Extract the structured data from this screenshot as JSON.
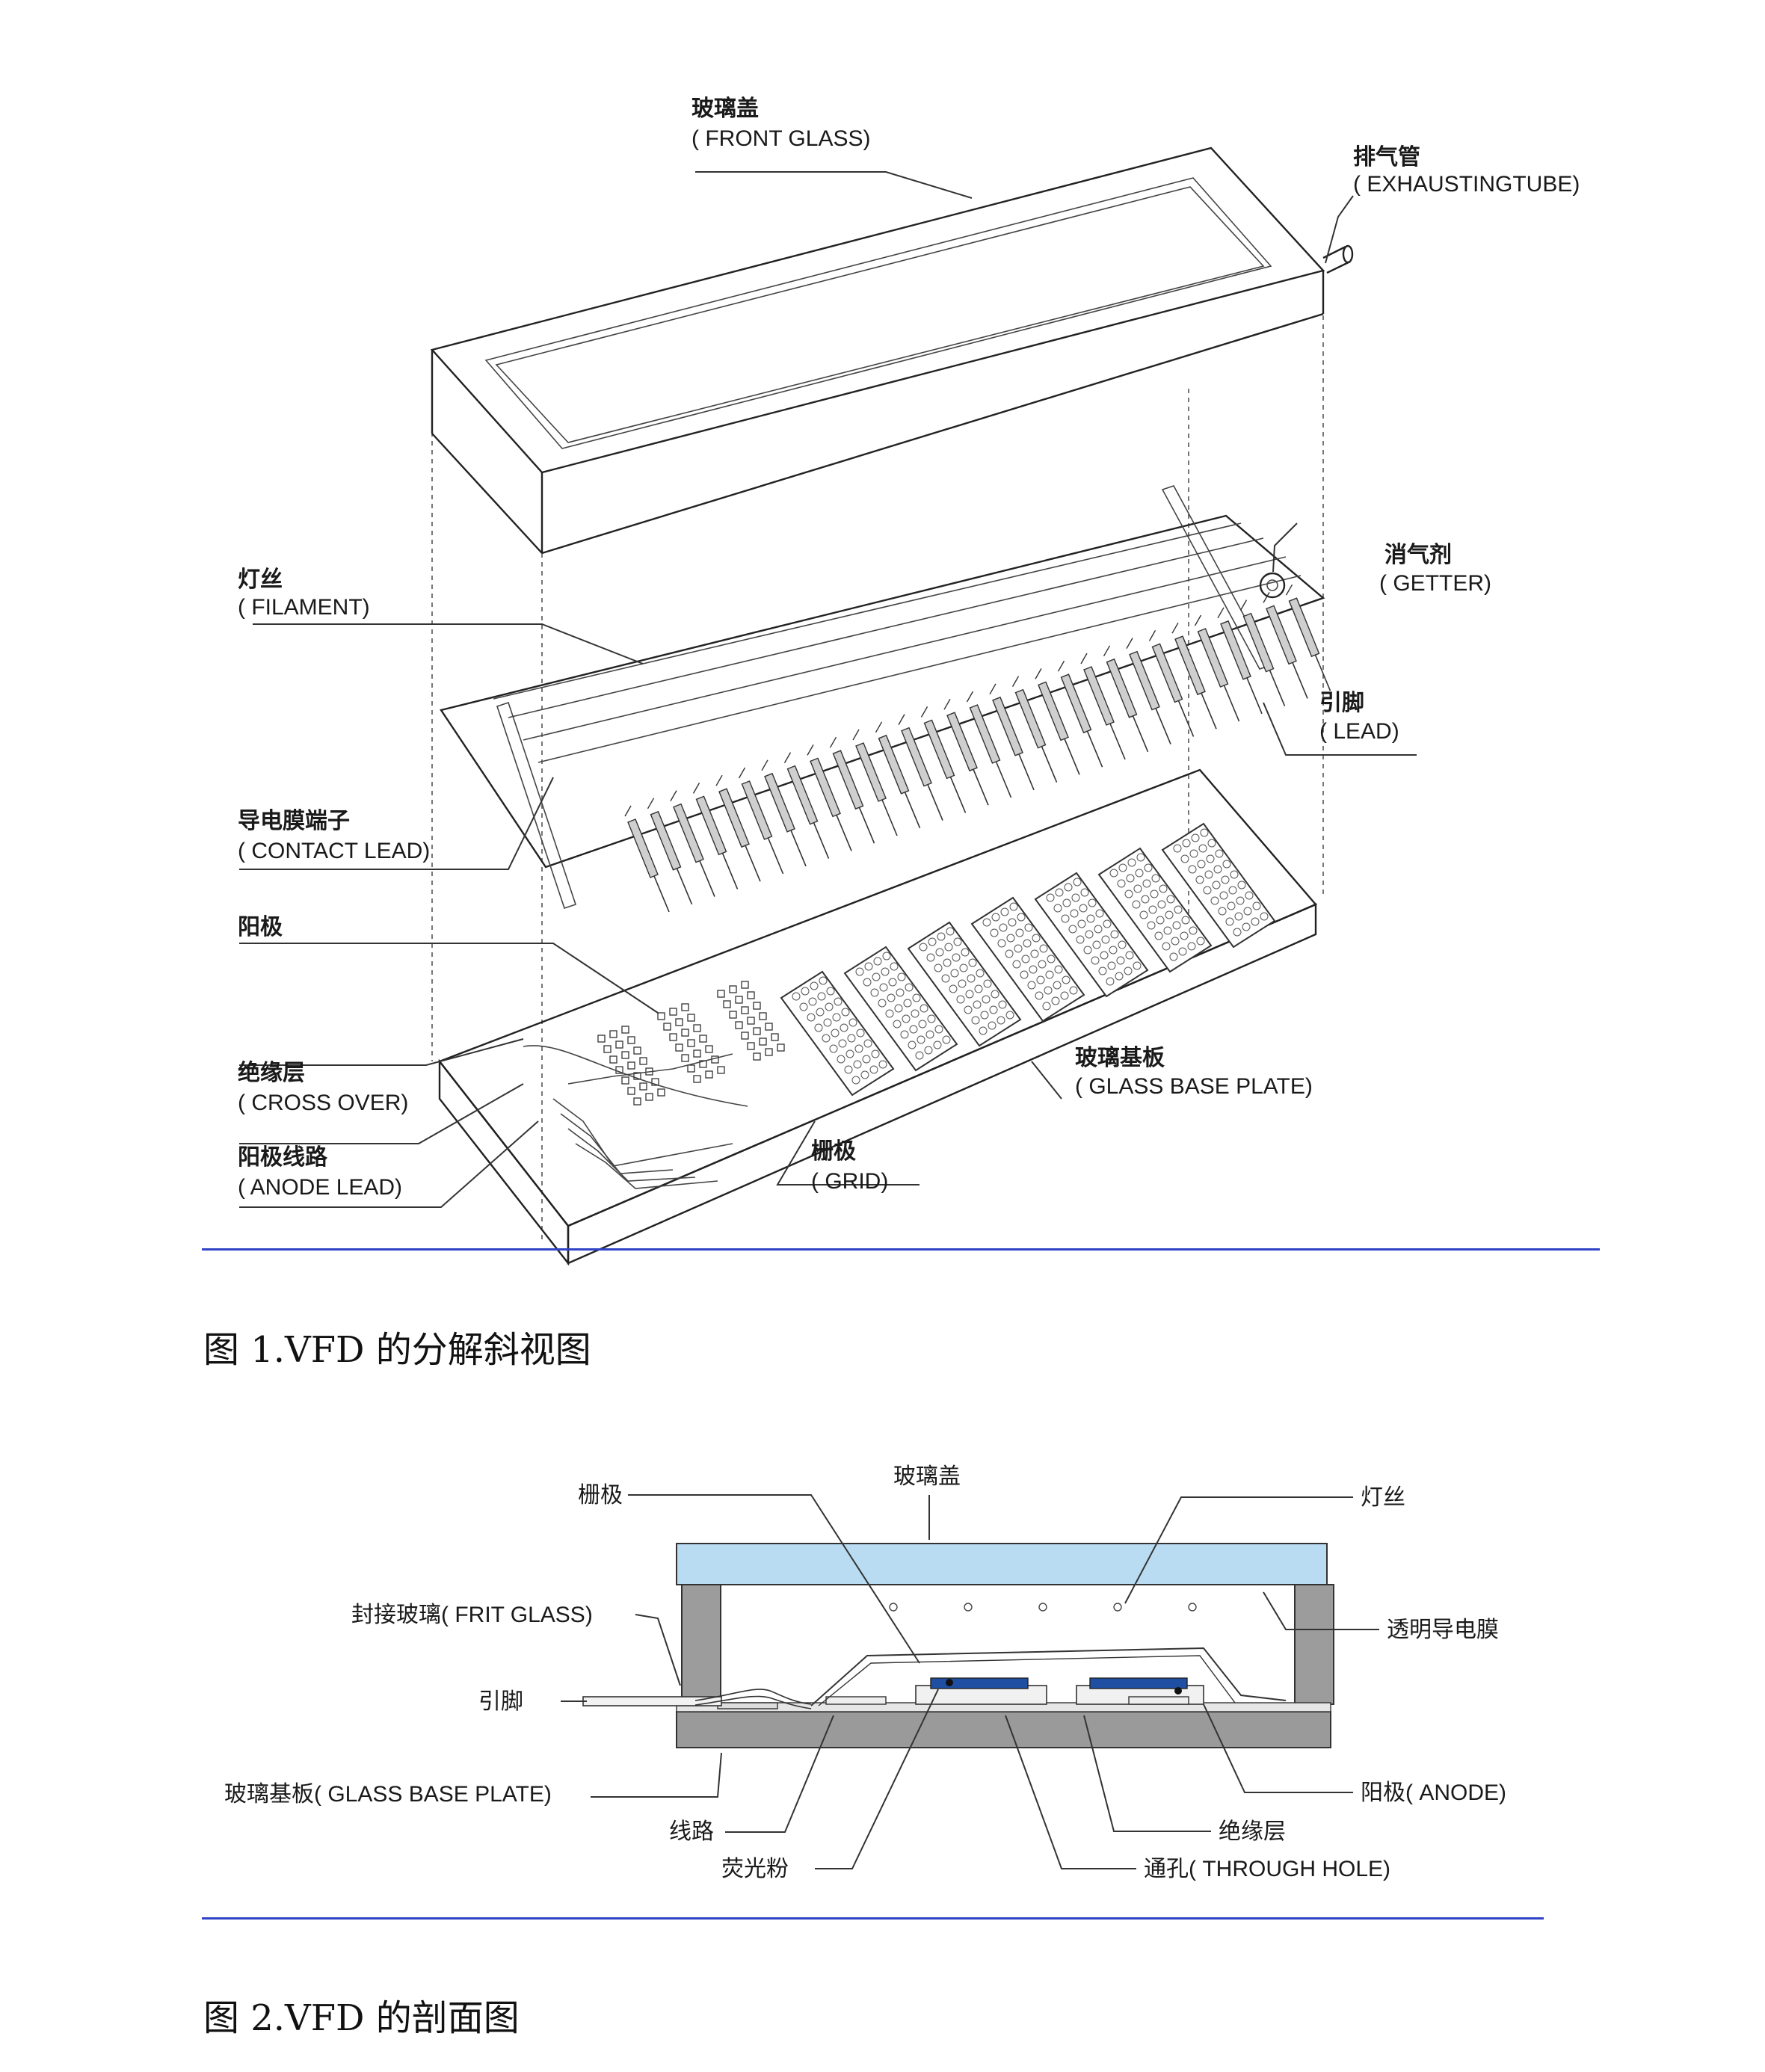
{
  "figure1": {
    "labels": {
      "front_glass_cn": "玻璃盖",
      "front_glass_en": "( FRONT GLASS)",
      "exhaust_cn": "排气管",
      "exhaust_en": "( EXHAUSTINGTUBE)",
      "getter_cn": "消气剂",
      "getter_en": "( GETTER)",
      "filament_cn": "灯丝",
      "filament_en": "( FILAMENT)",
      "lead_cn": "引脚",
      "lead_en": "( LEAD)",
      "contact_lead_cn": "导电膜端子",
      "contact_lead_en": "( CONTACT LEAD)",
      "anode_cn": "阳极",
      "glass_base_cn": "玻璃基板",
      "glass_base_en": "( GLASS BASE PLATE)",
      "cross_over_cn": "绝缘层",
      "cross_over_en": "( CROSS OVER)",
      "anode_lead_cn": "阳极线路",
      "anode_lead_en": "( ANODE LEAD)",
      "grid_cn": "栅极",
      "grid_en": "( GRID)"
    },
    "caption": "图 1.VFD 的分解斜视图"
  },
  "figure2": {
    "labels": {
      "grid": "栅极",
      "front_glass": "玻璃盖",
      "filament": "灯丝",
      "frit_glass": "封接玻璃( FRIT GLASS)",
      "transparent_film": "透明导电膜",
      "lead": "引脚",
      "glass_base": "玻璃基板( GLASS BASE PLATE)",
      "anode": "阳极( ANODE)",
      "wiring": "线路",
      "insulation": "绝缘层",
      "phosphor": "荧光粉",
      "through_hole": "通孔( THROUGH HOLE)"
    },
    "caption": "图 2.VFD 的剖面图"
  },
  "colors": {
    "rule": "#2f44c8",
    "glass_cover": "#b9dcf3",
    "phosphor": "#1f4fa3",
    "base": "#9a9a9a",
    "wall": "#9c9c9c"
  }
}
